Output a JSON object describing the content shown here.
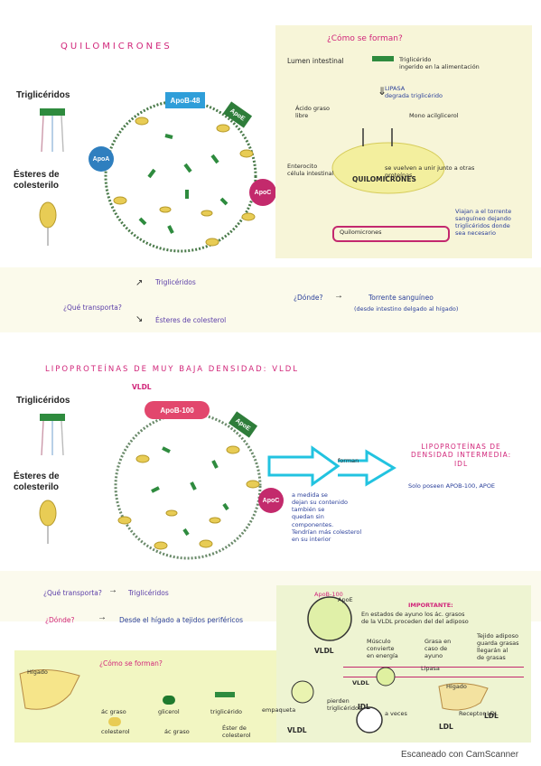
{
  "section1": {
    "title": "QUILOMICRONES",
    "trig_label": "Triglicéridos",
    "ester_label": "Ésteres de\ncolesterilo",
    "apob48": "ApoB-48",
    "apoe": "ApoE",
    "apoa": "ApoA",
    "apoc": "ApoC"
  },
  "section1_notes": {
    "question": "¿Cómo se forman?",
    "lumen": "Lumen intestinal",
    "trig_ing": "Triglicérido\ningerido en la alimentación",
    "lipasa": "LIPASA\ndegrada triglicérido",
    "acido": "Ácido graso\nlibre",
    "mono": "Mono acilglicerol",
    "enterocito": "Enterocito\ncélula intestinal",
    "vuelven": "se vuelven a unir junto a otras\nproteínas",
    "quilo_label": "QUILOMICRONES",
    "quilo_vessel": "Quilomicrones",
    "viajan": "Viajan a el torrente\nsanguíneo dejando\ntriglicéridos donde\nsea necesario"
  },
  "section2": {
    "que_transporta": "¿Qué transporta?",
    "trig": "Triglicéridos",
    "esteres": "Ésteres de colesterol",
    "donde": "¿Dónde?",
    "torrente": "Torrente sanguíneo",
    "desde": "(desde intestino delgado al hígado)"
  },
  "section3": {
    "title": "LIPOPROTEÍNAS DE MUY BAJA DENSIDAD: VLDL",
    "vldl": "VLDL",
    "trig_label": "Triglicéridos",
    "ester_label": "Ésteres de\ncolesterilo",
    "apob100": "ApoB-100",
    "apoe": "ApoE",
    "apoc": "ApoC",
    "arrow_label": "forman",
    "idl_title": "LIPOPROTEÍNAS DE\nDENSIDAD INTERMEDIA:\nIDL",
    "idl_sub": "Solo poseen APOB-100, APOE",
    "medida": "a medida se\ndejan su contenido\ntambién se\nquedan sin\ncomponentes.\nTendrían más colesterol\nen su interior"
  },
  "section4": {
    "que_transporta": "¿Qué transporta?",
    "trig": "Triglicéridos",
    "donde": "¿Dónde?",
    "desde": "Desde el hígado a tejidos periféricos"
  },
  "section5": {
    "question": "¿Cómo se forman?",
    "higado": "Hígado",
    "ac_graso": "ác graso",
    "glicerol": "glicerol",
    "trig": "triglicérido",
    "colesterol": "colesterol",
    "ac_graso2": "ác graso",
    "ester": "Éster de\ncolesterol",
    "empaqueta": "empaqueta",
    "vldl": "VLDL",
    "apob100": "ApoB-100",
    "apoe": "ApoE",
    "importante": "IMPORTANTE:",
    "imp_text": "En estados de ayuno los ác. grasos\nde la VLDL proceden del del adiposo",
    "vldl2": "VLDL",
    "musculo": "Músculo\nconvierte\nen energía",
    "grasa": "Grasa en\ncaso de\nayuno",
    "tejido": "Tejido adiposo\nguarda grasas\nllegarán al\nde grasas",
    "lipasa": "Lipasa",
    "vldl3": "VLDL",
    "pierden": "pierden\ntriglicéridos",
    "idl": "IDL",
    "a_veces": "a veces",
    "higado2": "Hígado",
    "receptor": "Receptor LDL",
    "ldl": "LDL",
    "ldl2": "LDL"
  },
  "footer": "Escaneado con CamScanner"
}
